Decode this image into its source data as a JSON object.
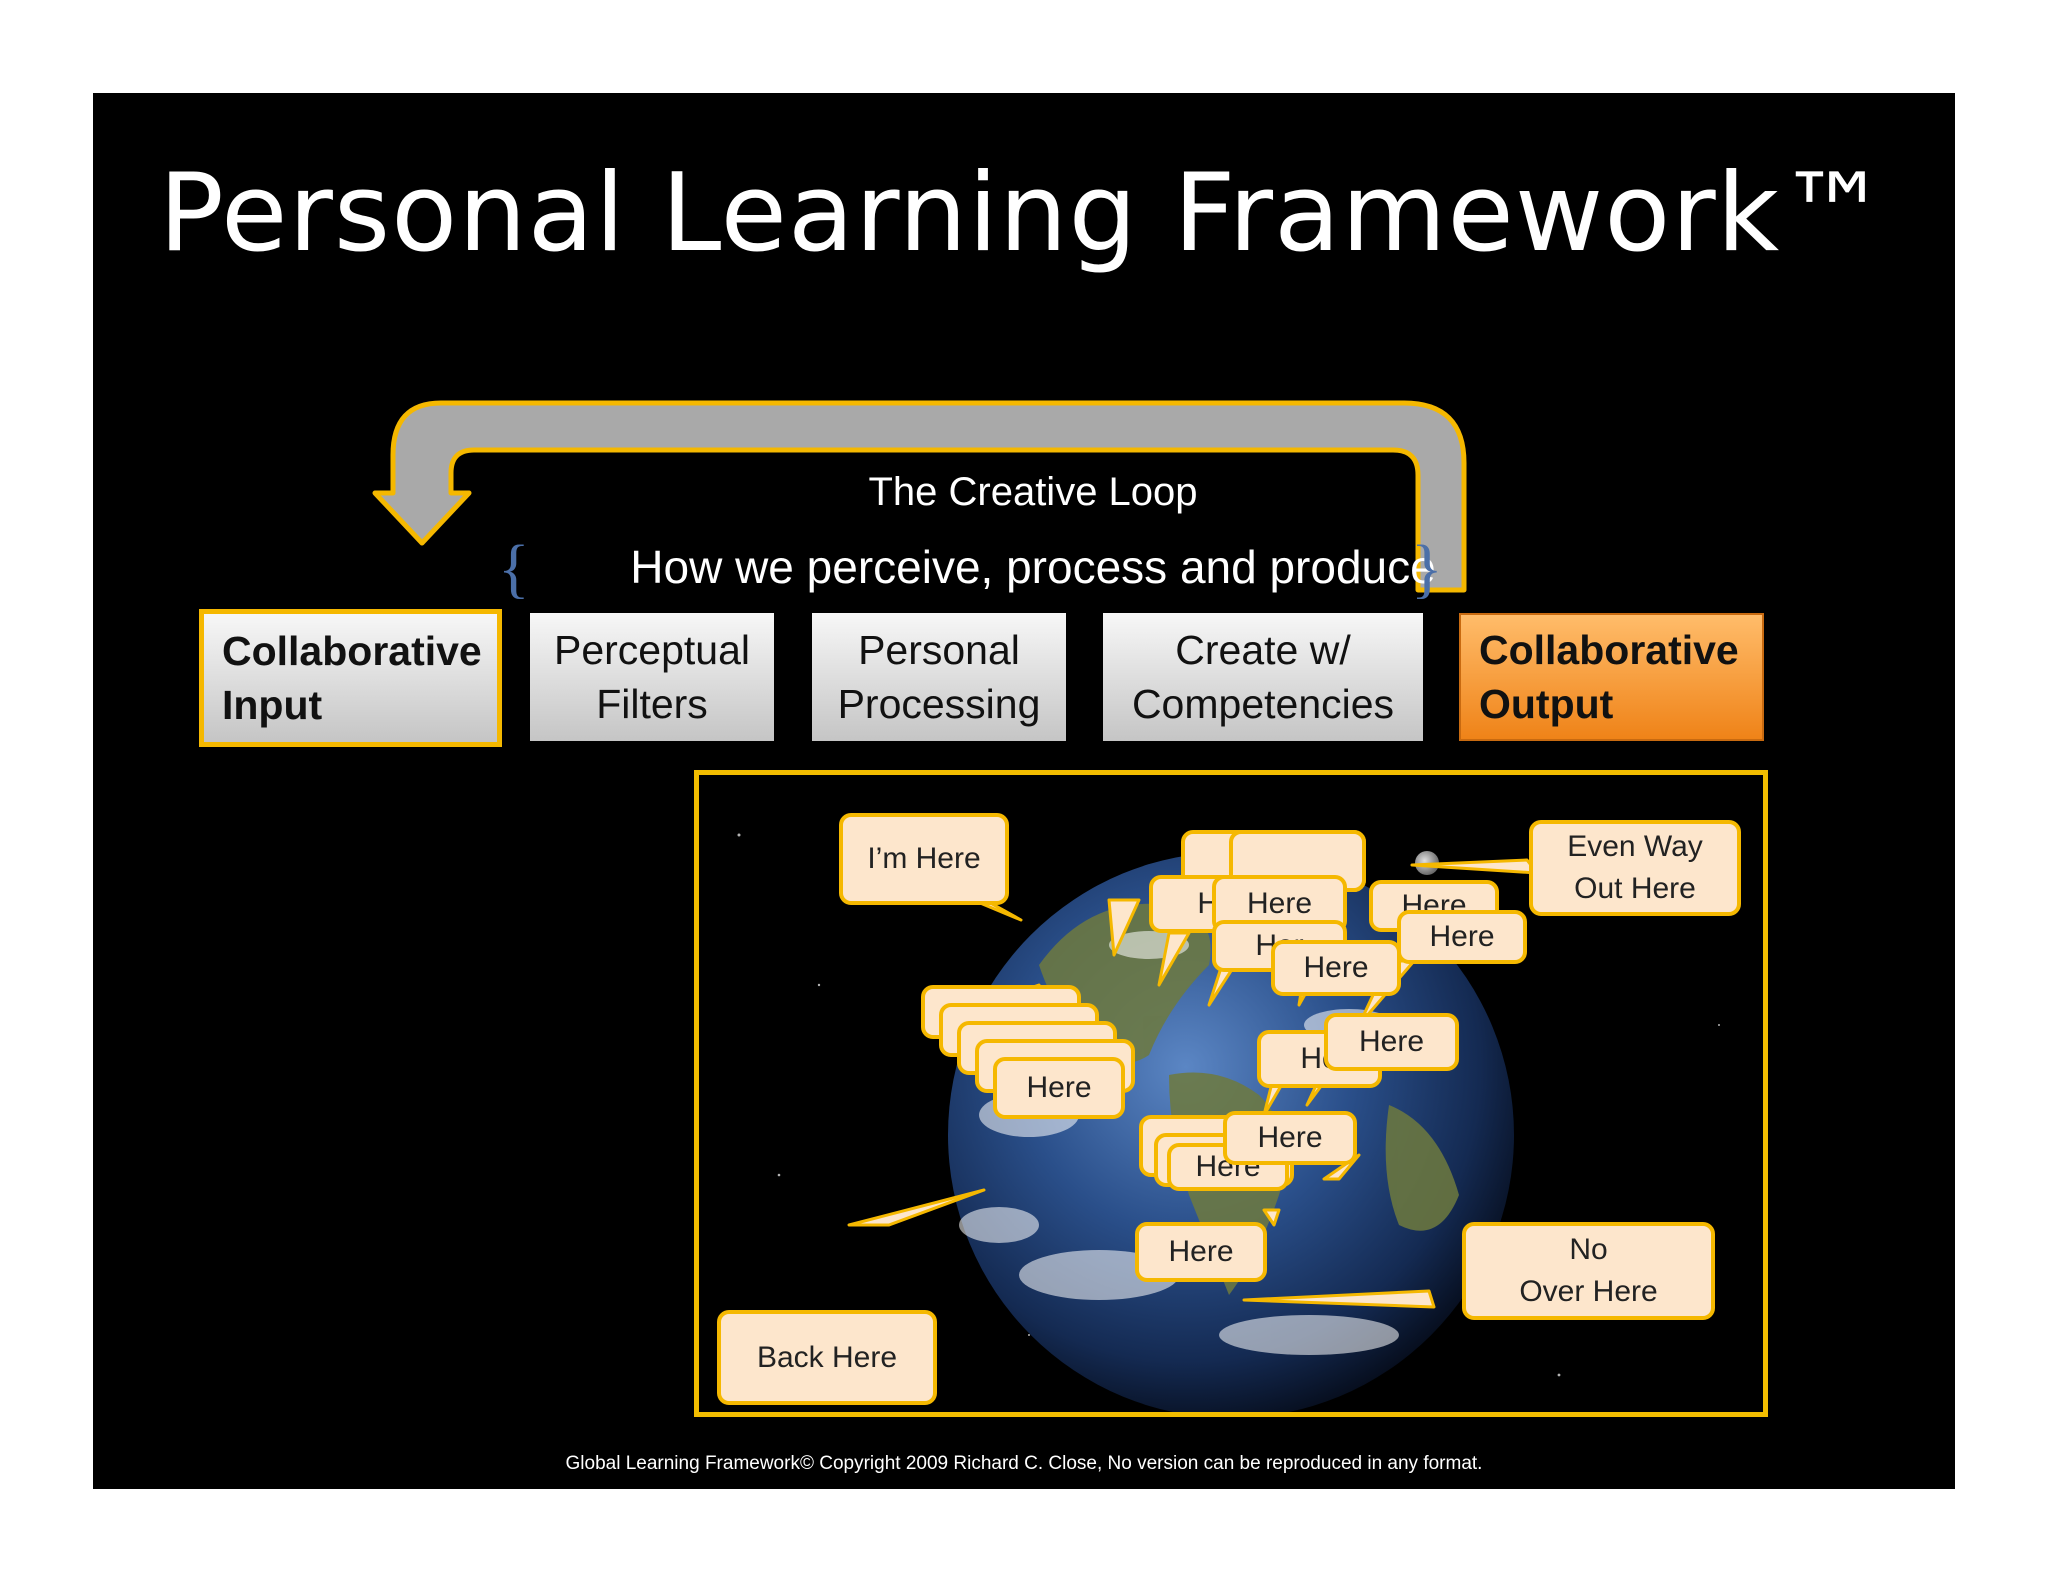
{
  "slide": {
    "title": "Personal Learning Framework™",
    "loop_label": "The Creative Loop",
    "subtitle": "How we perceive, process and produce",
    "brace_left": "{",
    "brace_right": "}",
    "copyright": "Global Learning Framework© Copyright 2009 Richard C. Close, No version can be reproduced in any format."
  },
  "stages": {
    "input": {
      "line1": "Collaborative",
      "line2": "Input"
    },
    "filters": {
      "line1": "Perceptual",
      "line2": "Filters"
    },
    "processing": {
      "line1": "Personal",
      "line2": "Processing"
    },
    "create": {
      "line1": "Create w/",
      "line2": "Competencies"
    },
    "output": {
      "line1": "Collaborative",
      "line2": "Output"
    }
  },
  "callouts": {
    "im_here": "I’m Here",
    "even_line1": "Even Way",
    "even_line2": "Out Here",
    "back_here": "Back Here",
    "no_line1": "No",
    "no_line2": "Over Here",
    "here": "Here",
    "here_partial_he": "He",
    "here_partial_her": "Her"
  },
  "colors": {
    "accent_yellow": "#f5b800",
    "callout_fill": "#fde6cc",
    "output_orange": "#ef8318",
    "loop_gray": "#a9a9a9"
  }
}
